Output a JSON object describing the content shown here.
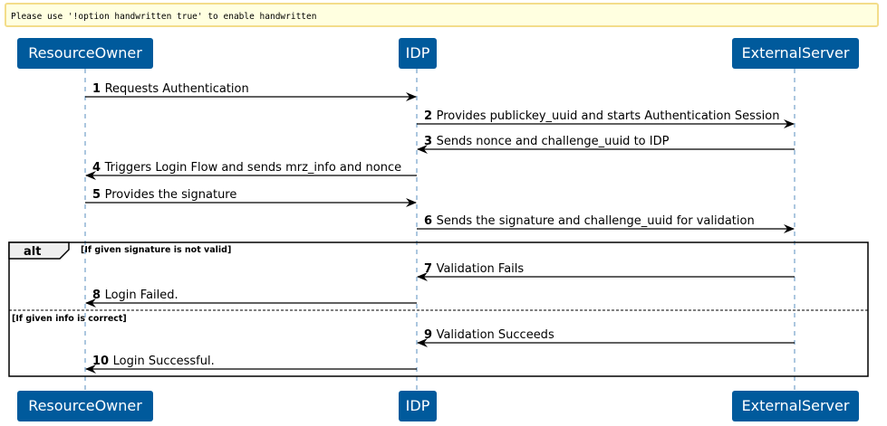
{
  "note": {
    "text": "Please use '!option handwritten true' to enable handwritten"
  },
  "participants": [
    {
      "id": "resource-owner",
      "label": "ResourceOwner"
    },
    {
      "id": "idp",
      "label": "IDP"
    },
    {
      "id": "external-server",
      "label": "ExternalServer"
    }
  ],
  "messages": [
    {
      "num": "1",
      "text": "Requests Authentication",
      "from": "resource-owner",
      "to": "idp"
    },
    {
      "num": "2",
      "text": "Provides publickey_uuid and starts Authentication Session",
      "from": "idp",
      "to": "external-server"
    },
    {
      "num": "3",
      "text": "Sends nonce and challenge_uuid to IDP",
      "from": "external-server",
      "to": "idp"
    },
    {
      "num": "4",
      "text": "Triggers Login Flow and sends mrz_info and nonce",
      "from": "idp",
      "to": "resource-owner"
    },
    {
      "num": "5",
      "text": "Provides the signature",
      "from": "resource-owner",
      "to": "idp"
    },
    {
      "num": "6",
      "text": "Sends the signature and challenge_uuid for validation",
      "from": "idp",
      "to": "external-server"
    },
    {
      "num": "7",
      "text": "Validation Fails",
      "from": "external-server",
      "to": "idp"
    },
    {
      "num": "8",
      "text": "Login Failed.",
      "from": "idp",
      "to": "resource-owner"
    },
    {
      "num": "9",
      "text": "Validation Succeeds",
      "from": "external-server",
      "to": "idp"
    },
    {
      "num": "10",
      "text": "Login Successful.",
      "from": "idp",
      "to": "resource-owner"
    }
  ],
  "alt_fragment": {
    "keyword": "alt",
    "guard_1": "[If given signature is not valid]",
    "guard_2": "[If given info is correct]"
  },
  "colors": {
    "participant_fill": "#005a9c",
    "lifeline": "#5a8fbf",
    "arrow": "#000000",
    "note_fill": "#ffffe0",
    "note_border": "#f3dd8a",
    "alt_tab_fill": "#eeeeee"
  }
}
